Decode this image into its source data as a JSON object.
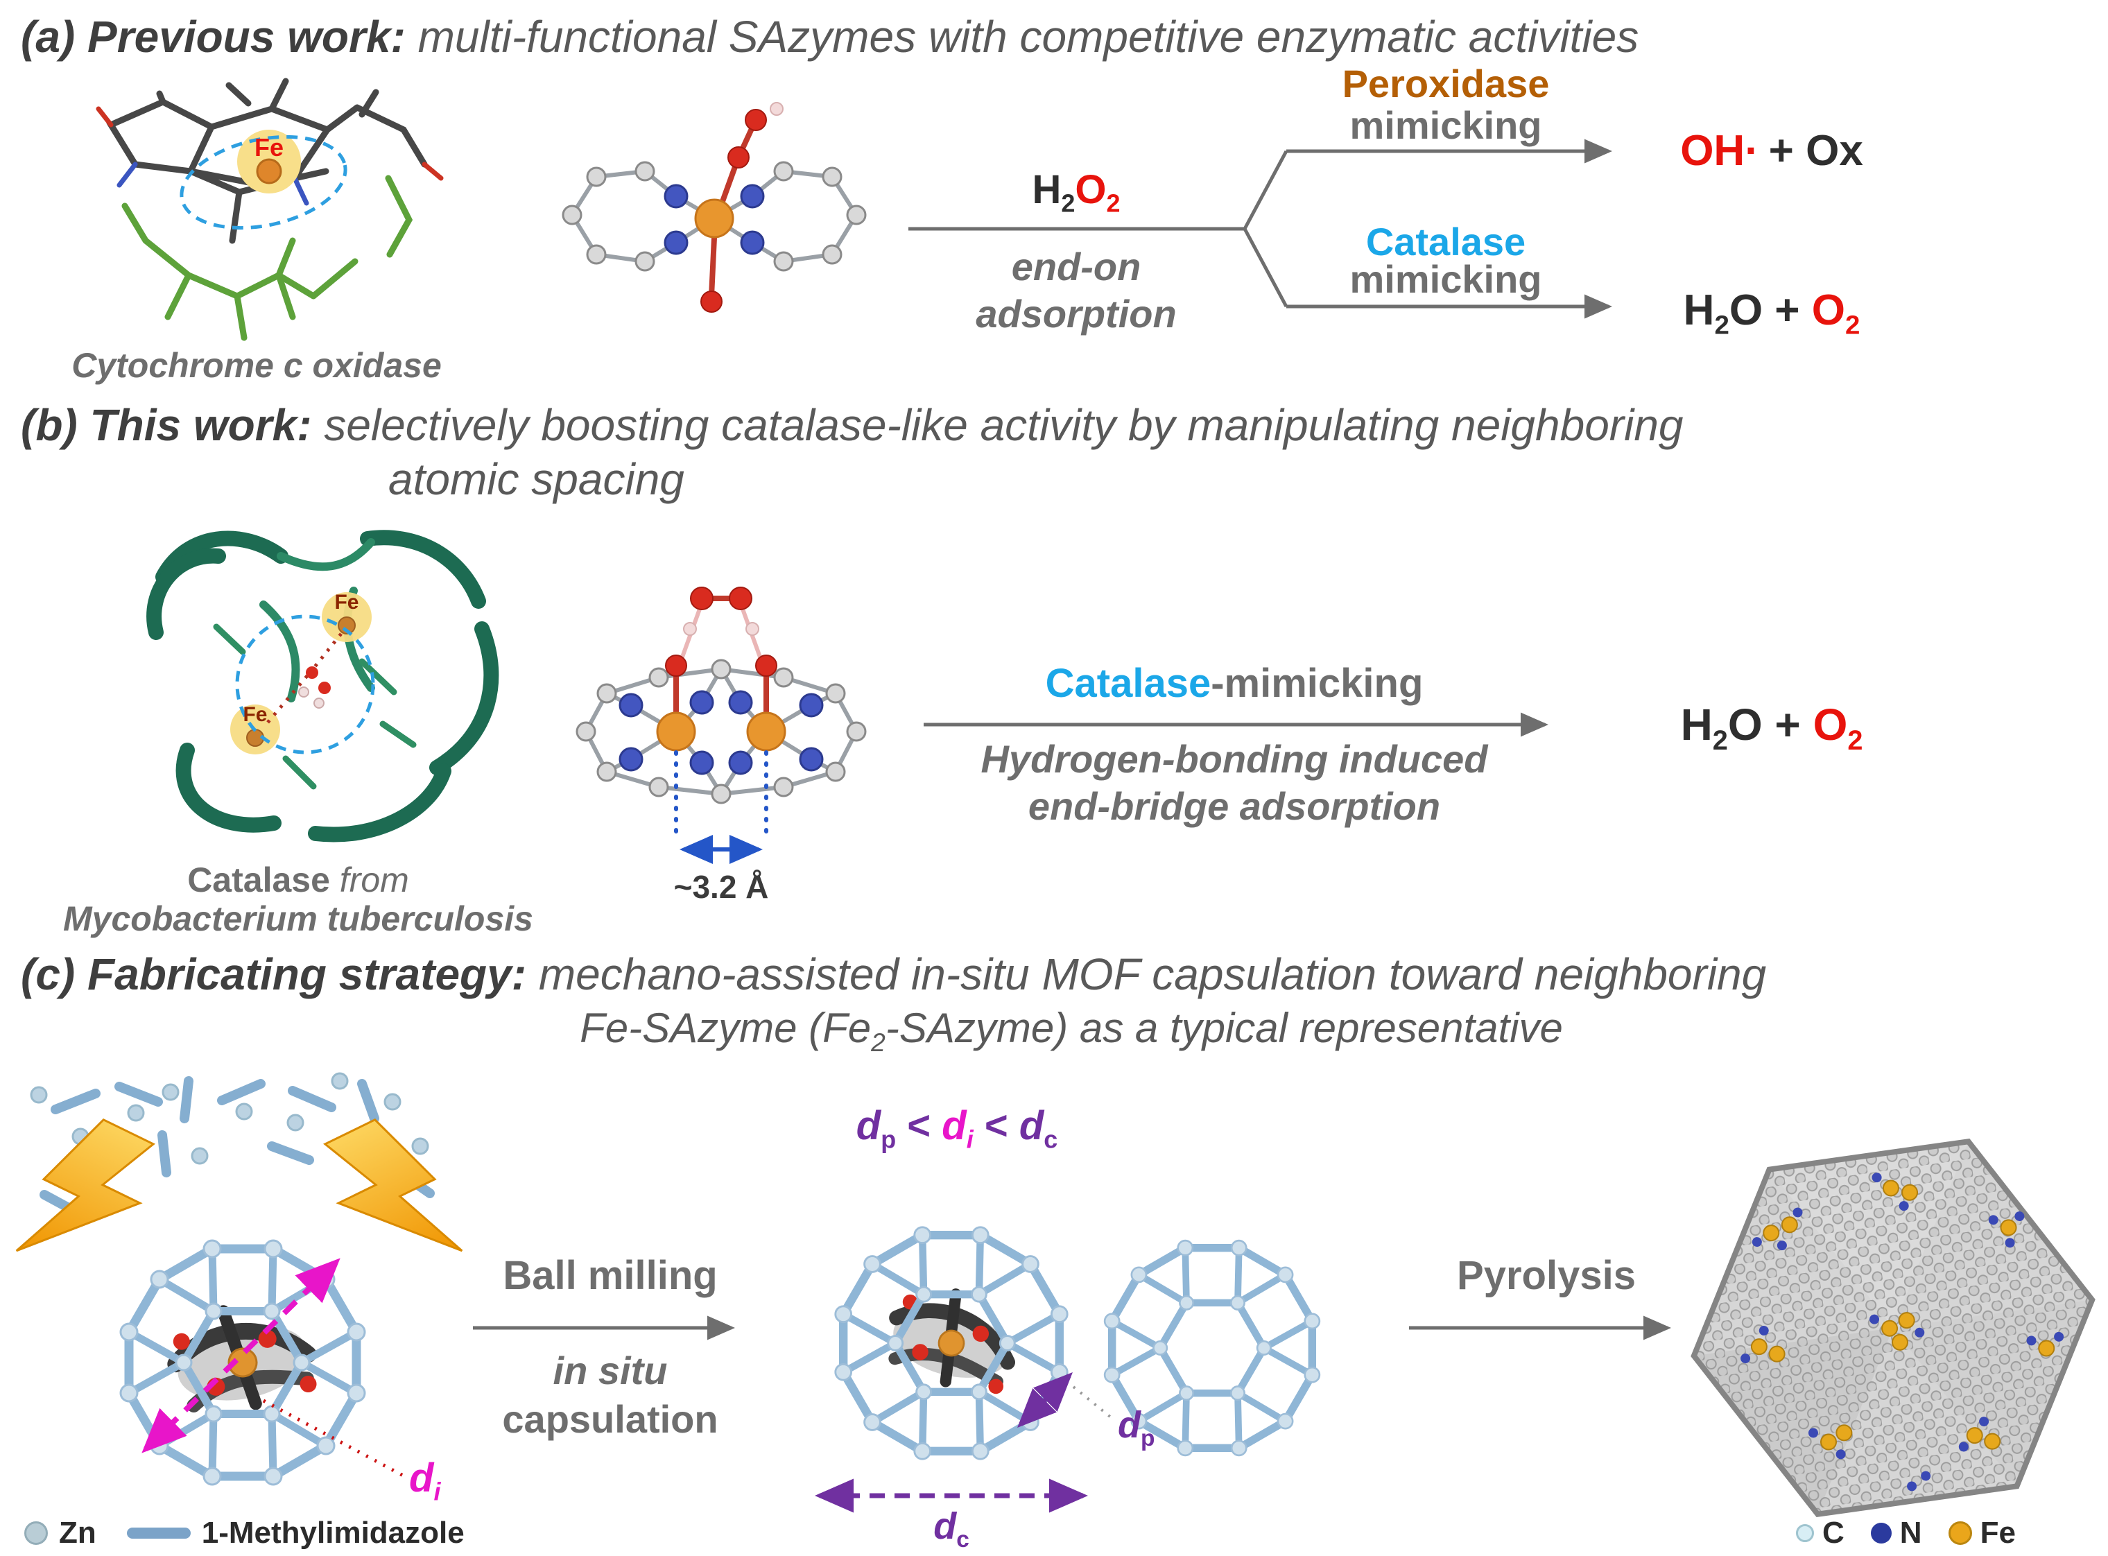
{
  "colors": {
    "dark_text": "#3f3f3f",
    "gray_text": "#6e6e6e",
    "radical_red": "#e8130c",
    "peroxidase_orange": "#b45f06",
    "catalase_cyan": "#1ba7e8",
    "magenta": "#e815c9",
    "purple": "#7030a0",
    "cage_blue": "#8fb6d6",
    "fe_gold": "#eaa61b",
    "n_blue": "#2b3a9e"
  },
  "panels": {
    "a": {
      "title_tag": "(a) Previous work:",
      "title_rest": " multi-functional SAzymes with competitive enzymatic activities",
      "cytochrome_caption": "Cytochrome c oxidase",
      "fe_label": "Fe",
      "h2o2": [
        {
          "t": "H"
        },
        {
          "t": "2",
          "sub": true
        },
        {
          "t": "O",
          "c": "#e8130c"
        },
        {
          "t": "2",
          "sub": true,
          "c": "#e8130c"
        }
      ],
      "end_on_1": "end-on",
      "end_on_2": "adsorption",
      "peroxidase": "Peroxidase",
      "mimicking_top": "mimicking",
      "catalase": "Catalase",
      "mimicking_bottom": "mimicking",
      "result_peroxidase": [
        {
          "t": "OH",
          "c": "#e8130c"
        },
        {
          "t": "∙",
          "c": "#e8130c"
        },
        {
          "t": " +  Ox"
        }
      ],
      "result_catalase": [
        {
          "t": "H"
        },
        {
          "t": "2",
          "sub": true
        },
        {
          "t": "O + "
        },
        {
          "t": "O",
          "c": "#e8130c"
        },
        {
          "t": "2",
          "sub": true,
          "c": "#e8130c"
        }
      ]
    },
    "b": {
      "title_tag": "(b) This work:",
      "title_rest": " selectively boosting catalase-like activity by manipulating neighboring",
      "title_line2": "atomic spacing",
      "caption_1": [
        {
          "t": "Catalase",
          "b": true
        },
        {
          "t": " "
        },
        {
          "t": "from",
          "i": true
        }
      ],
      "caption_2": "Mycobacterium tuberculosis",
      "fe_label": "Fe",
      "spacing_label": "~3.2 Å",
      "arrow_label": [
        {
          "t": "Catalase",
          "c": "#1ba7e8"
        },
        {
          "t": "-mimicking",
          "c": "#6e6e6e"
        }
      ],
      "arrow_sub_1": "Hydrogen-bonding induced",
      "arrow_sub_2": "end-bridge adsorption",
      "result": [
        {
          "t": "H"
        },
        {
          "t": "2",
          "sub": true
        },
        {
          "t": "O + "
        },
        {
          "t": "O",
          "c": "#e8130c"
        },
        {
          "t": "2",
          "sub": true,
          "c": "#e8130c"
        }
      ]
    },
    "c": {
      "title_tag": "(c) Fabricating strategy:",
      "title_rest": " mechano-assisted in-situ MOF capsulation toward neighboring",
      "title_line2": [
        {
          "t": "Fe-SAzyme (Fe"
        },
        {
          "t": "2",
          "sub": true
        },
        {
          "t": "-SAzyme) as a typical representative"
        }
      ],
      "inequality": [
        {
          "t": "d",
          "i": true
        },
        {
          "t": "p",
          "sub": true
        },
        {
          "t": " < "
        },
        {
          "t": "d",
          "i": true,
          "c": "#e815c9"
        },
        {
          "t": "i",
          "sub": true,
          "i": true,
          "c": "#e815c9"
        },
        {
          "t": " <  "
        },
        {
          "t": "d",
          "i": true
        },
        {
          "t": "c",
          "sub": true
        }
      ],
      "ball_milling": "Ball milling",
      "in_situ": "in situ",
      "capsulation": "capsulation",
      "pyrolysis": "Pyrolysis",
      "d_i": [
        {
          "t": "d",
          "i": true
        },
        {
          "t": "i",
          "sub": true,
          "i": true
        }
      ],
      "d_p": [
        {
          "t": "d",
          "i": true
        },
        {
          "t": "p",
          "sub": true
        }
      ],
      "d_c": [
        {
          "t": "d",
          "i": true
        },
        {
          "t": "c",
          "sub": true
        }
      ],
      "legend_left": [
        {
          "label": "Zn"
        },
        {
          "label": "1-Methylimidazole"
        }
      ],
      "legend_right": [
        {
          "label": "C"
        },
        {
          "label": "N"
        },
        {
          "label": "Fe"
        }
      ]
    }
  }
}
